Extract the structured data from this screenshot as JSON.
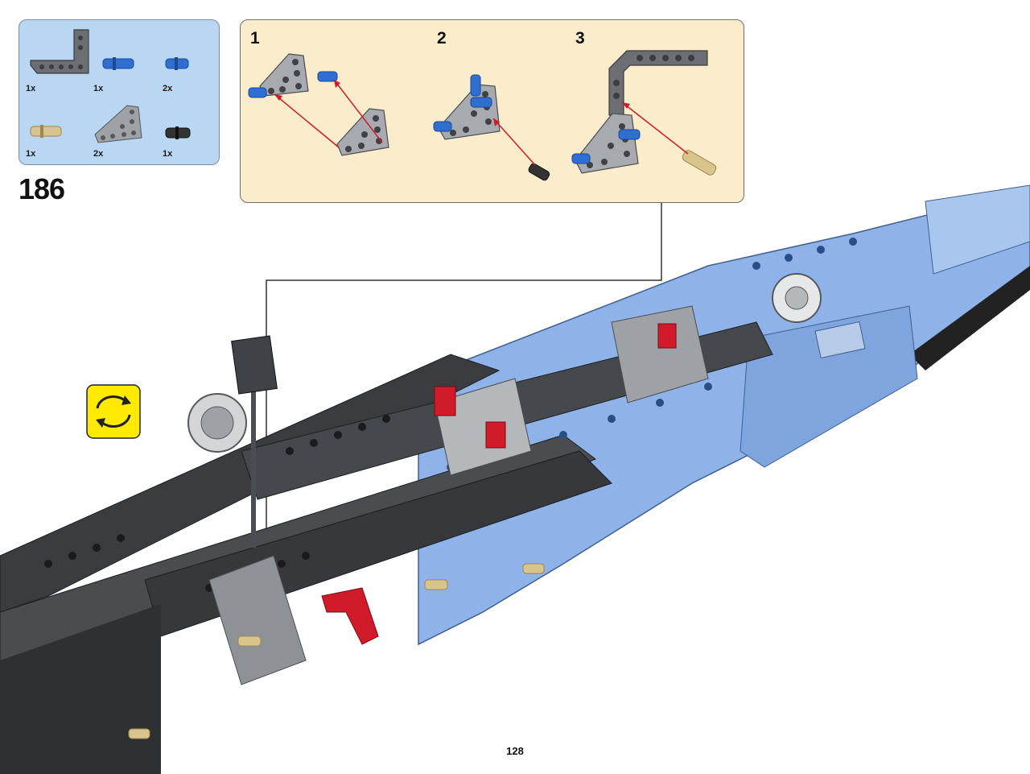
{
  "step": {
    "number": "186"
  },
  "page": {
    "number": "128"
  },
  "parts": [
    {
      "icon": "l-beam-gray-icon",
      "qty": "1x",
      "color": "#6b6e72"
    },
    {
      "icon": "axle-pin-blue-long-icon",
      "qty": "1x",
      "color": "#2f6fd1"
    },
    {
      "icon": "axle-pin-blue-icon",
      "qty": "2x",
      "color": "#2f6fd1"
    },
    {
      "icon": "pin-tan-icon",
      "qty": "1x",
      "color": "#d9c48c"
    },
    {
      "icon": "triangle-beam-gray-icon",
      "qty": "2x",
      "color": "#9ea2a6"
    },
    {
      "icon": "axle-pin-black-icon",
      "qty": "1x",
      "color": "#333333"
    }
  ],
  "substeps": [
    {
      "label": "1"
    },
    {
      "label": "2"
    },
    {
      "label": "3"
    }
  ],
  "colors": {
    "parts_bg": "#b9d6f2",
    "callout_bg": "#fbeccb",
    "model_blue": "#8fb3e8",
    "model_dark": "#3a3c40",
    "rotate_bg": "#ffea00",
    "accent_red": "#d11a2a"
  }
}
